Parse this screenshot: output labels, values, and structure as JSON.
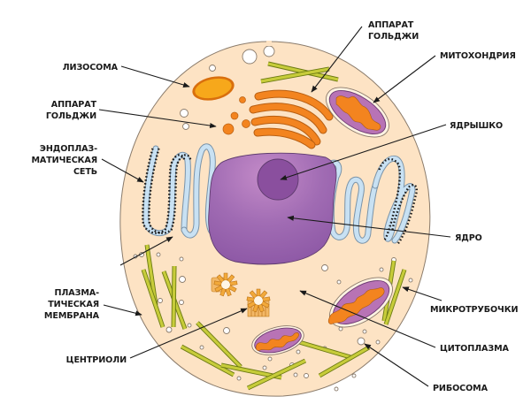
{
  "title": "Строение животной клетки",
  "labels": {
    "lysosome": "ЛИЗОСОМА",
    "golgi_left_1": "АППАРАТ",
    "golgi_left_2": "ГОЛЬДЖИ",
    "er_1": "ЭНДОПЛАЗ-",
    "er_2": "МАТИЧЕСКАЯ",
    "er_3": "СЕТЬ",
    "plasma_1": "ПЛАЗМА-",
    "plasma_2": "ТИЧЕСКАЯ",
    "plasma_3": "МЕМБРАНА",
    "centrioles": "ЦЕНТРИОЛИ",
    "golgi_top_1": "АППАРАТ",
    "golgi_top_2": "ГОЛЬДЖИ",
    "mitochondria": "МИТОХОНДРИЯ",
    "nucleolus": "ЯДРЫШКО",
    "nucleus": "ЯДРО",
    "microtubules": "МИКРОТРУБОЧКИ",
    "cytoplasm": "ЦИТОПЛАЗМА",
    "ribosome": "РИБОСОМА"
  },
  "colors": {
    "cytoplasm": "#fde3c4",
    "nucleus": "#9a62ae",
    "nucleolus": "#8a4f9e",
    "golgi": "#f3841f",
    "lysosome": "#f7a81b",
    "mitochondria_matrix": "#b873b5",
    "er": "#c8e1f3",
    "microtubule": "#c7cc3a"
  }
}
